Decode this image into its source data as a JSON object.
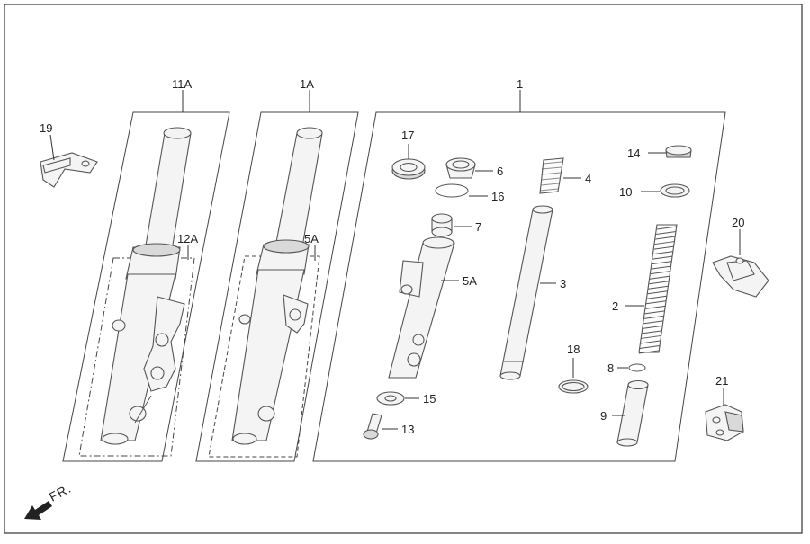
{
  "labels": {
    "l1": "1",
    "l1a": "1A",
    "l11a": "11A",
    "l19": "19",
    "l12a": "12A",
    "l5a_left": "5A",
    "l17": "17",
    "l6": "6",
    "l16": "16",
    "l7": "7",
    "l4": "4",
    "l14": "14",
    "l10": "10",
    "l5a": "5A",
    "l3": "3",
    "l2": "2",
    "l20": "20",
    "l18": "18",
    "l8": "8",
    "l9": "9",
    "l15": "15",
    "l13": "13",
    "l21": "21"
  },
  "direction": {
    "label": "FR.",
    "icon": "front-direction-arrow-icon"
  },
  "colors": {
    "line": "#555555",
    "fill": "#f4f4f4"
  }
}
